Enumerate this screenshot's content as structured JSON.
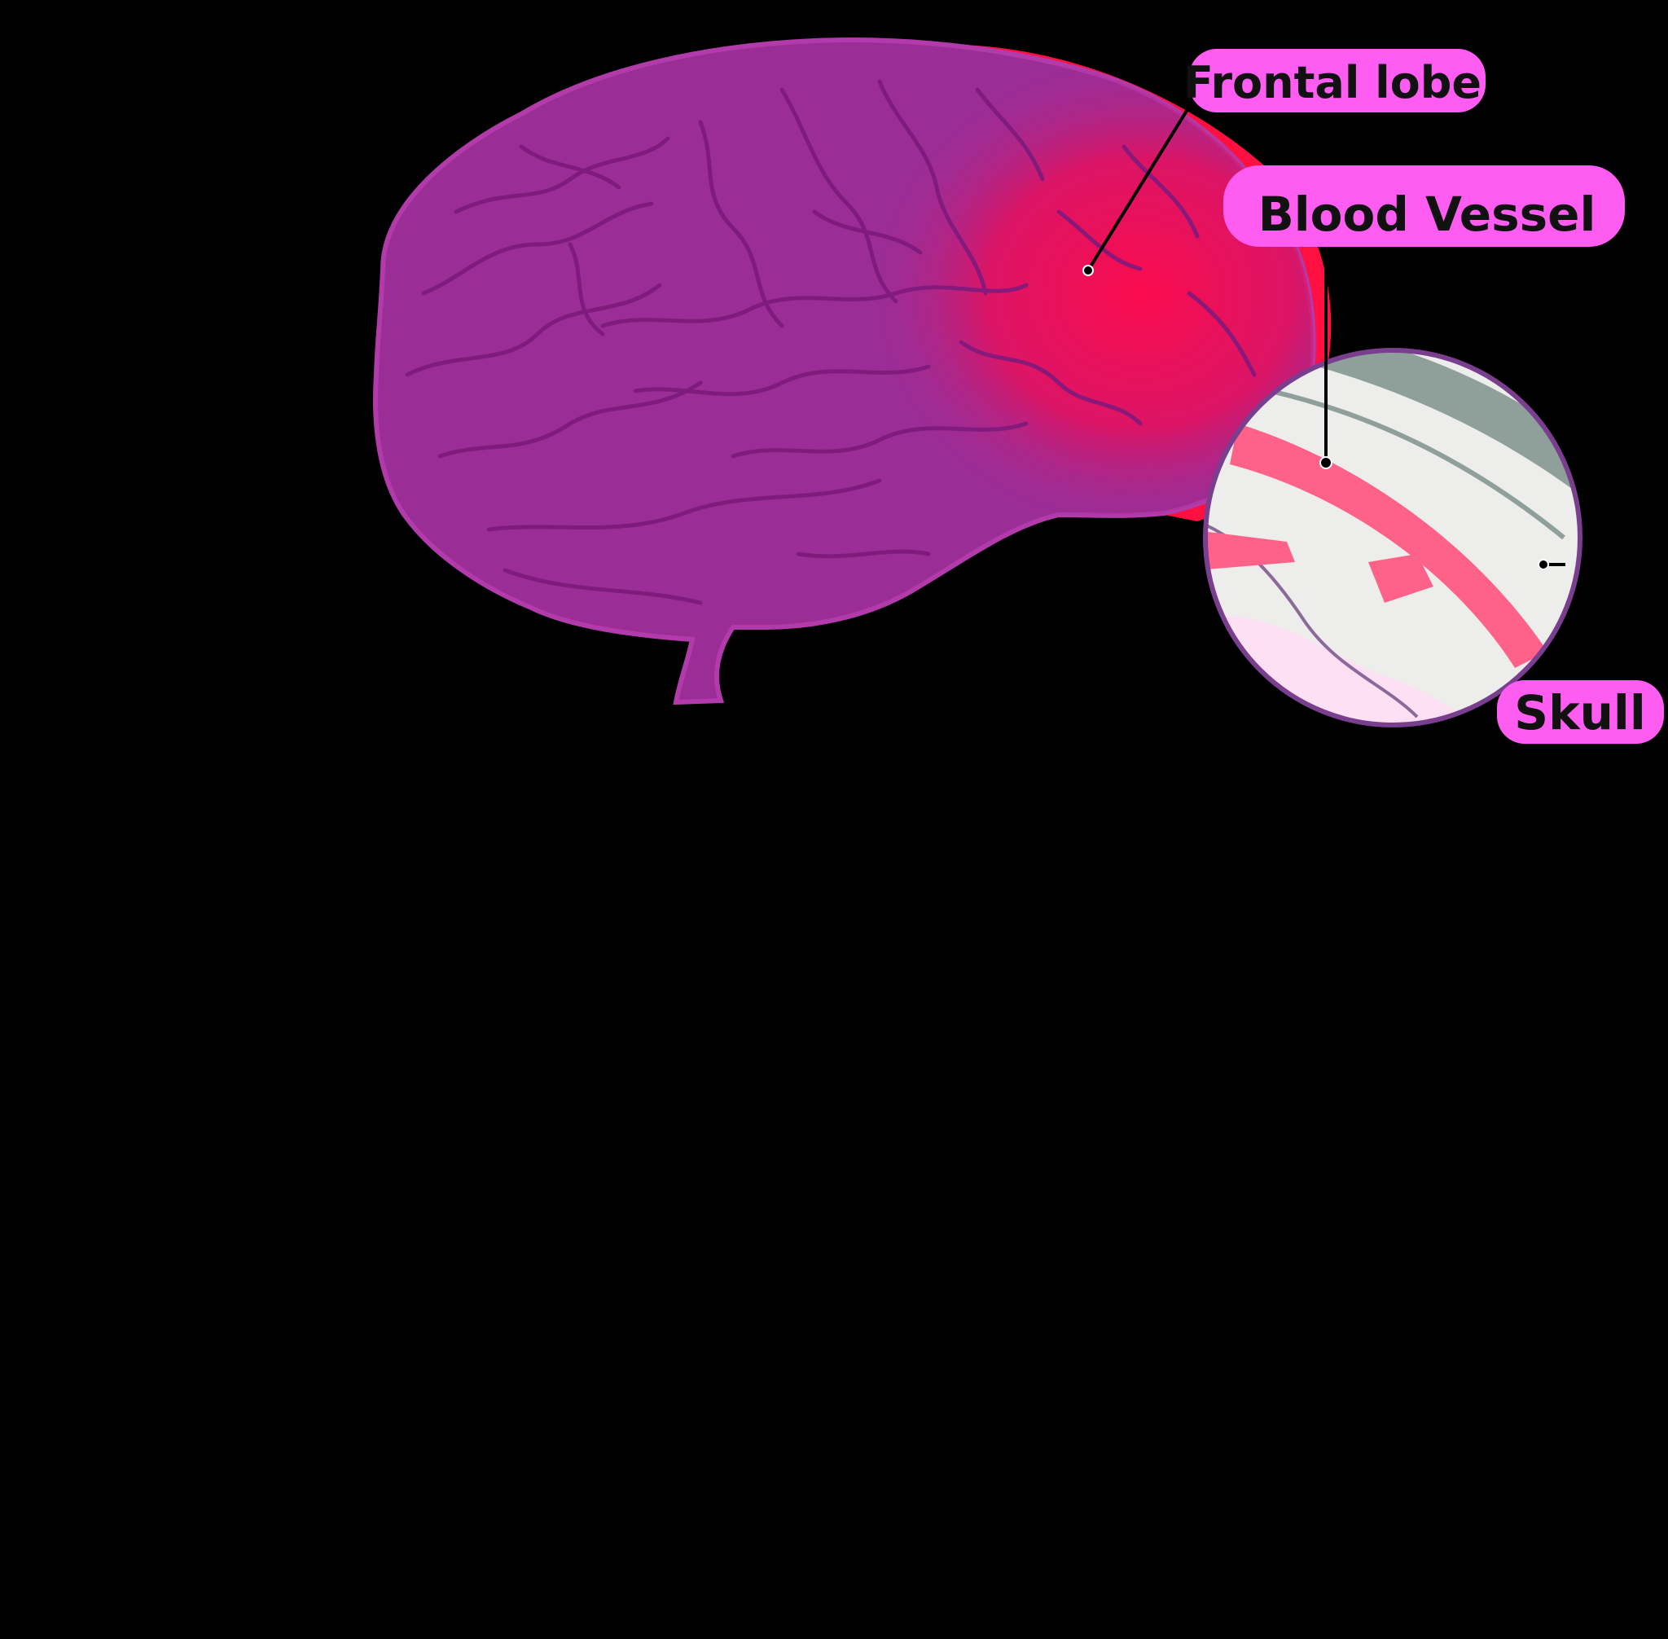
{
  "colors": {
    "background": "#000000",
    "brain": "#9b2d96",
    "brain_outline": "#b23aab",
    "gyri_lines": "#7e1a7c",
    "highlight": "#ff0a4a",
    "label_fill": "#ff5cf2",
    "vessel": "#ff6289",
    "skull_bone": "#8fa09a",
    "lens_bg": "#ededeb",
    "lens_border": "#7a3e8e",
    "leader": "#000000"
  },
  "labels": {
    "frontal_lobe": "Frontal lobe",
    "blood_vessel": "Blood Vessel",
    "skull": "Skull"
  },
  "icons": {
    "brain": "brain-illustration",
    "magnifier": "zoom-lens"
  }
}
